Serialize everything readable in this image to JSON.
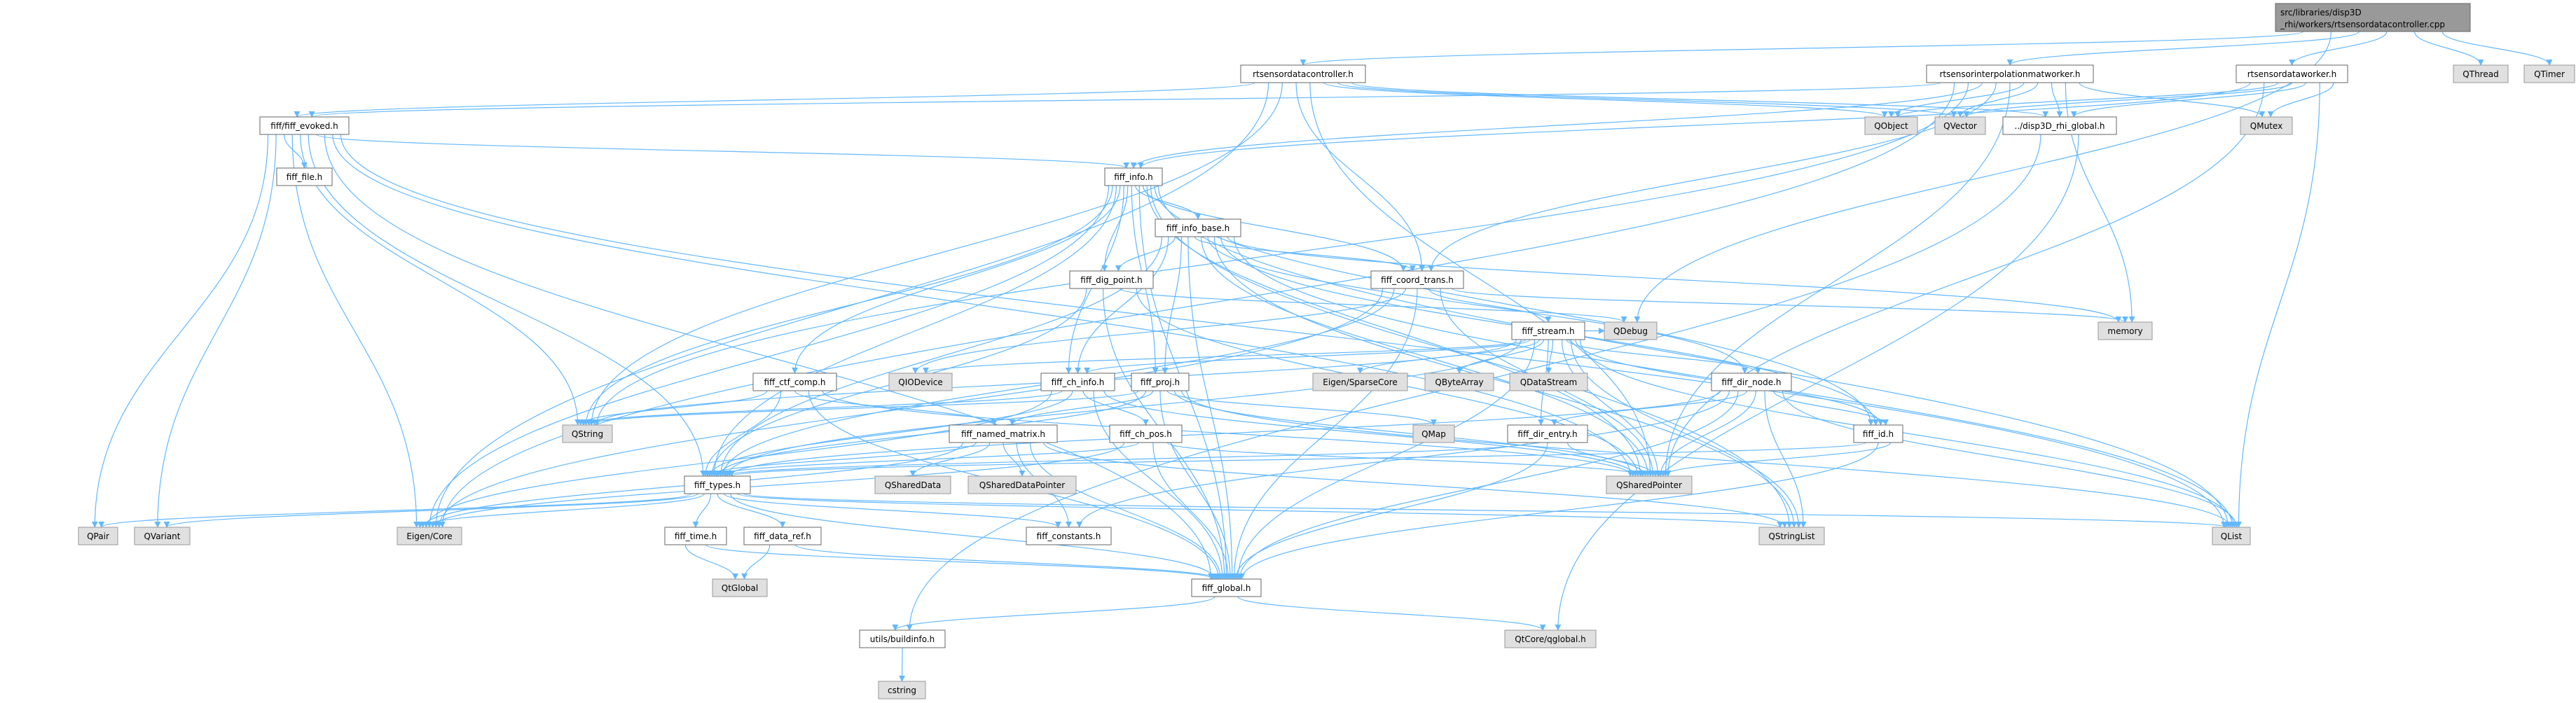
{
  "graph": {
    "edge_color": "#63b8ff",
    "nodes": {
      "root": {
        "label": "src/libraries/disp3D",
        "label2": "_rhi/workers/rtsensordatacontroller.cpp",
        "kind": "root"
      },
      "rtctl": {
        "label": "rtsensordatacontroller.h",
        "kind": "file"
      },
      "rtinterp": {
        "label": "rtsensorinterpolationmatworker.h",
        "kind": "file"
      },
      "rtworker": {
        "label": "rtsensordataworker.h",
        "kind": "file"
      },
      "QThread": {
        "label": "QThread",
        "kind": "ext"
      },
      "QTimer": {
        "label": "QTimer",
        "kind": "ext"
      },
      "evoked": {
        "label": "fiff/fiff_evoked.h",
        "kind": "file"
      },
      "QObject": {
        "label": "QObject",
        "kind": "ext"
      },
      "QVector": {
        "label": "QVector",
        "kind": "ext"
      },
      "global3d": {
        "label": "../disp3D_rhi_global.h",
        "kind": "file"
      },
      "QMutex": {
        "label": "QMutex",
        "kind": "ext"
      },
      "file": {
        "label": "fiff_file.h",
        "kind": "file"
      },
      "info": {
        "label": "fiff_info.h",
        "kind": "file"
      },
      "info_base": {
        "label": "fiff_info_base.h",
        "kind": "file"
      },
      "dig_point": {
        "label": "fiff_dig_point.h",
        "kind": "file"
      },
      "coord_trans": {
        "label": "fiff_coord_trans.h",
        "kind": "file"
      },
      "stream": {
        "label": "fiff_stream.h",
        "kind": "file"
      },
      "QDebug": {
        "label": "QDebug",
        "kind": "ext"
      },
      "memory": {
        "label": "memory",
        "kind": "ext"
      },
      "ctf_comp": {
        "label": "fiff_ctf_comp.h",
        "kind": "file"
      },
      "QIODevice": {
        "label": "QIODevice",
        "kind": "ext"
      },
      "ch_info": {
        "label": "fiff_ch_info.h",
        "kind": "file"
      },
      "proj": {
        "label": "fiff_proj.h",
        "kind": "file"
      },
      "SparseCore": {
        "label": "Eigen/SparseCore",
        "kind": "ext"
      },
      "QByteArray": {
        "label": "QByteArray",
        "kind": "ext"
      },
      "QDataStream": {
        "label": "QDataStream",
        "kind": "ext"
      },
      "dir_node": {
        "label": "fiff_dir_node.h",
        "kind": "file"
      },
      "QString": {
        "label": "QString",
        "kind": "ext"
      },
      "named_matrix": {
        "label": "fiff_named_matrix.h",
        "kind": "file"
      },
      "ch_pos": {
        "label": "fiff_ch_pos.h",
        "kind": "file"
      },
      "QMap": {
        "label": "QMap",
        "kind": "ext"
      },
      "dir_entry": {
        "label": "fiff_dir_entry.h",
        "kind": "file"
      },
      "fiff_id": {
        "label": "fiff_id.h",
        "kind": "file"
      },
      "fiff_types": {
        "label": "fiff_types.h",
        "kind": "file"
      },
      "QSharedData": {
        "label": "QSharedData",
        "kind": "ext"
      },
      "QSharedDataPointer": {
        "label": "QSharedDataPointer",
        "kind": "ext"
      },
      "QSharedPointer": {
        "label": "QSharedPointer",
        "kind": "ext"
      },
      "QPair": {
        "label": "QPair",
        "kind": "ext"
      },
      "QVariant": {
        "label": "QVariant",
        "kind": "ext"
      },
      "EigenCore": {
        "label": "Eigen/Core",
        "kind": "ext"
      },
      "time": {
        "label": "fiff_time.h",
        "kind": "file"
      },
      "data_ref": {
        "label": "fiff_data_ref.h",
        "kind": "file"
      },
      "constants": {
        "label": "fiff_constants.h",
        "kind": "file"
      },
      "QStringList": {
        "label": "QStringList",
        "kind": "ext"
      },
      "QList": {
        "label": "QList",
        "kind": "ext"
      },
      "QtGlobal": {
        "label": "QtGlobal",
        "kind": "ext"
      },
      "fiff_global": {
        "label": "fiff_global.h",
        "kind": "file"
      },
      "buildinfo": {
        "label": "utils/buildinfo.h",
        "kind": "file"
      },
      "qglobal": {
        "label": "QtCore/qglobal.h",
        "kind": "ext"
      },
      "cstring": {
        "label": "cstring",
        "kind": "ext"
      }
    },
    "edges": [
      [
        "root",
        "rtctl"
      ],
      [
        "root",
        "rtinterp"
      ],
      [
        "root",
        "rtworker"
      ],
      [
        "root",
        "QThread"
      ],
      [
        "root",
        "QTimer"
      ],
      [
        "root",
        "QDebug"
      ],
      [
        "rtctl",
        "evoked"
      ],
      [
        "rtctl",
        "QObject"
      ],
      [
        "rtctl",
        "QVector"
      ],
      [
        "rtctl",
        "global3d"
      ],
      [
        "rtctl",
        "coord_trans"
      ],
      [
        "rtctl",
        "QString"
      ],
      [
        "rtctl",
        "EigenCore"
      ],
      [
        "rtctl",
        "QSharedPointer"
      ],
      [
        "rtinterp",
        "QObject"
      ],
      [
        "rtinterp",
        "QVector"
      ],
      [
        "rtinterp",
        "global3d"
      ],
      [
        "rtinterp",
        "QMutex"
      ],
      [
        "rtinterp",
        "memory"
      ],
      [
        "rtinterp",
        "evoked"
      ],
      [
        "rtinterp",
        "QSharedPointer"
      ],
      [
        "rtinterp",
        "EigenCore"
      ],
      [
        "rtinterp",
        "QString"
      ],
      [
        "rtinterp",
        "coord_trans"
      ],
      [
        "rtinterp",
        "info"
      ],
      [
        "rtworker",
        "QObject"
      ],
      [
        "rtworker",
        "QVector"
      ],
      [
        "rtworker",
        "global3d"
      ],
      [
        "rtworker",
        "QMutex"
      ],
      [
        "rtworker",
        "QList"
      ],
      [
        "rtworker",
        "QSharedPointer"
      ],
      [
        "rtworker",
        "info"
      ],
      [
        "global3d",
        "buildinfo"
      ],
      [
        "global3d",
        "qglobal"
      ],
      [
        "evoked",
        "file"
      ],
      [
        "evoked",
        "info"
      ],
      [
        "evoked",
        "fiff_types"
      ],
      [
        "evoked",
        "QPair"
      ],
      [
        "evoked",
        "QVariant"
      ],
      [
        "evoked",
        "EigenCore"
      ],
      [
        "evoked",
        "QString"
      ],
      [
        "evoked",
        "QSharedPointer"
      ],
      [
        "evoked",
        "fiff_global"
      ],
      [
        "evoked",
        "QList"
      ],
      [
        "info",
        "info_base"
      ],
      [
        "info",
        "dig_point"
      ],
      [
        "info",
        "coord_trans"
      ],
      [
        "info",
        "ctf_comp"
      ],
      [
        "info",
        "proj"
      ],
      [
        "info",
        "ch_info"
      ],
      [
        "info",
        "fiff_types"
      ],
      [
        "info",
        "fiff_id"
      ],
      [
        "info",
        "fiff_global"
      ],
      [
        "info",
        "QSharedPointer"
      ],
      [
        "info",
        "QList"
      ],
      [
        "info",
        "QStringList"
      ],
      [
        "info",
        "EigenCore"
      ],
      [
        "info",
        "QString"
      ],
      [
        "info_base",
        "dig_point"
      ],
      [
        "info_base",
        "coord_trans"
      ],
      [
        "info_base",
        "ch_info"
      ],
      [
        "info_base",
        "proj"
      ],
      [
        "info_base",
        "fiff_id"
      ],
      [
        "info_base",
        "fiff_types"
      ],
      [
        "info_base",
        "fiff_global"
      ],
      [
        "info_base",
        "QSharedPointer"
      ],
      [
        "info_base",
        "QStringList"
      ],
      [
        "info_base",
        "QList"
      ],
      [
        "info_base",
        "memory"
      ],
      [
        "info_base",
        "dir_node"
      ],
      [
        "dig_point",
        "fiff_types"
      ],
      [
        "dig_point",
        "fiff_global"
      ],
      [
        "dig_point",
        "QDebug"
      ],
      [
        "dig_point",
        "QSharedPointer"
      ],
      [
        "coord_trans",
        "stream"
      ],
      [
        "coord_trans",
        "fiff_types"
      ],
      [
        "coord_trans",
        "fiff_global"
      ],
      [
        "coord_trans",
        "QSharedPointer"
      ],
      [
        "coord_trans",
        "EigenCore"
      ],
      [
        "coord_trans",
        "QIODevice"
      ],
      [
        "coord_trans",
        "memory"
      ],
      [
        "stream",
        "SparseCore"
      ],
      [
        "stream",
        "QByteArray"
      ],
      [
        "stream",
        "QDataStream"
      ],
      [
        "stream",
        "dir_entry"
      ],
      [
        "stream",
        "dir_node"
      ],
      [
        "stream",
        "fiff_id"
      ],
      [
        "stream",
        "QSharedPointer"
      ],
      [
        "stream",
        "QList"
      ],
      [
        "stream",
        "QStringList"
      ],
      [
        "stream",
        "fiff_types"
      ],
      [
        "stream",
        "ch_info"
      ],
      [
        "stream",
        "QString"
      ],
      [
        "stream",
        "fiff_global"
      ],
      [
        "stream",
        "QIODevice"
      ],
      [
        "stream",
        "QDebug"
      ],
      [
        "dir_node",
        "fiff_id"
      ],
      [
        "dir_node",
        "dir_entry"
      ],
      [
        "dir_node",
        "QStringList"
      ],
      [
        "dir_node",
        "QList"
      ],
      [
        "dir_node",
        "QSharedPointer"
      ],
      [
        "dir_node",
        "fiff_types"
      ],
      [
        "dir_node",
        "fiff_global"
      ],
      [
        "dir_node",
        "constants"
      ],
      [
        "fiff_id",
        "fiff_types"
      ],
      [
        "fiff_id",
        "QSharedPointer"
      ],
      [
        "fiff_id",
        "fiff_global"
      ],
      [
        "dir_entry",
        "fiff_types"
      ],
      [
        "dir_entry",
        "QSharedPointer"
      ],
      [
        "dir_entry",
        "fiff_global"
      ],
      [
        "ctf_comp",
        "fiff_types"
      ],
      [
        "ctf_comp",
        "named_matrix"
      ],
      [
        "ctf_comp",
        "QSharedPointer"
      ],
      [
        "ctf_comp",
        "fiff_global"
      ],
      [
        "ctf_comp",
        "QString"
      ],
      [
        "named_matrix",
        "fiff_types"
      ],
      [
        "named_matrix",
        "QSharedData"
      ],
      [
        "named_matrix",
        "QSharedDataPointer"
      ],
      [
        "named_matrix",
        "QStringList"
      ],
      [
        "named_matrix",
        "EigenCore"
      ],
      [
        "named_matrix",
        "fiff_global"
      ],
      [
        "named_matrix",
        "constants"
      ],
      [
        "ch_info",
        "ch_pos"
      ],
      [
        "ch_info",
        "fiff_types"
      ],
      [
        "ch_info",
        "QString"
      ],
      [
        "ch_info",
        "EigenCore"
      ],
      [
        "ch_info",
        "fiff_global"
      ],
      [
        "ch_info",
        "QSharedPointer"
      ],
      [
        "ch_pos",
        "fiff_types"
      ],
      [
        "ch_pos",
        "EigenCore"
      ],
      [
        "ch_pos",
        "fiff_global"
      ],
      [
        "ch_pos",
        "QSharedPointer"
      ],
      [
        "proj",
        "fiff_types"
      ],
      [
        "proj",
        "named_matrix"
      ],
      [
        "proj",
        "QMap"
      ],
      [
        "proj",
        "QSharedPointer"
      ],
      [
        "proj",
        "QString"
      ],
      [
        "proj",
        "fiff_global"
      ],
      [
        "proj",
        "QList"
      ],
      [
        "fiff_types",
        "time"
      ],
      [
        "fiff_types",
        "data_ref"
      ],
      [
        "fiff_types",
        "constants"
      ],
      [
        "fiff_types",
        "EigenCore"
      ],
      [
        "fiff_types",
        "QPair"
      ],
      [
        "fiff_types",
        "QVariant"
      ],
      [
        "fiff_types",
        "QStringList"
      ],
      [
        "fiff_types",
        "QList"
      ],
      [
        "fiff_types",
        "fiff_global"
      ],
      [
        "time",
        "QtGlobal"
      ],
      [
        "time",
        "fiff_global"
      ],
      [
        "data_ref",
        "QtGlobal"
      ],
      [
        "data_ref",
        "fiff_global"
      ],
      [
        "fiff_global",
        "buildinfo"
      ],
      [
        "fiff_global",
        "qglobal"
      ],
      [
        "buildinfo",
        "cstring"
      ]
    ]
  }
}
